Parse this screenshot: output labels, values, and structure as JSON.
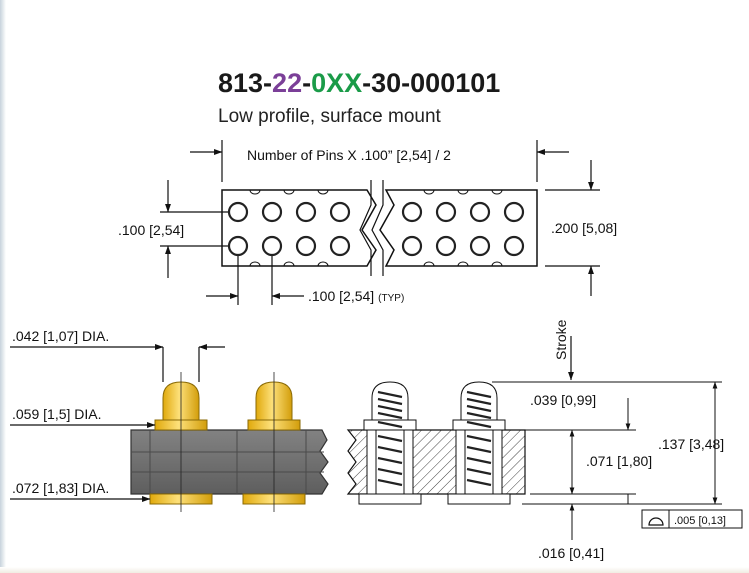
{
  "part_number": {
    "segments": [
      {
        "text": "813-",
        "color": "#1a1a1a"
      },
      {
        "text": "22",
        "color": "#7b3f98"
      },
      {
        "text": "-",
        "color": "#1a1a1a"
      },
      {
        "text": "0XX",
        "color": "#1a9b48"
      },
      {
        "text": "-30-000101",
        "color": "#1a1a1a"
      }
    ]
  },
  "subtitle": "Low profile, surface mount",
  "dimensions": {
    "length": "Number of Pins X .100” [2,54] / 2",
    "row_pitch": ".100 [2,54]",
    "width": ".200 [5,08]",
    "pin_pitch": ".100 [2,54]",
    "pin_pitch_suffix": "(TYP)",
    "stroke": "Stroke",
    "tip_dia": ".042 [1,07] DIA.",
    "plunger_dia": ".059 [1,5] DIA.",
    "sleeve_dia": ".072 [1,83] DIA.",
    "plunger_height": ".039 [0,99]",
    "body_height": ".071 [1,80]",
    "overall_height": ".137 [3,48]",
    "flatness": ".005 [0,13]",
    "base_height": ".016 [0,41]"
  },
  "colors": {
    "gold": "#f5c518",
    "gold_dark": "#c9960c",
    "insulator": "#707070",
    "insulator_dark": "#555555",
    "line": "#111111"
  }
}
